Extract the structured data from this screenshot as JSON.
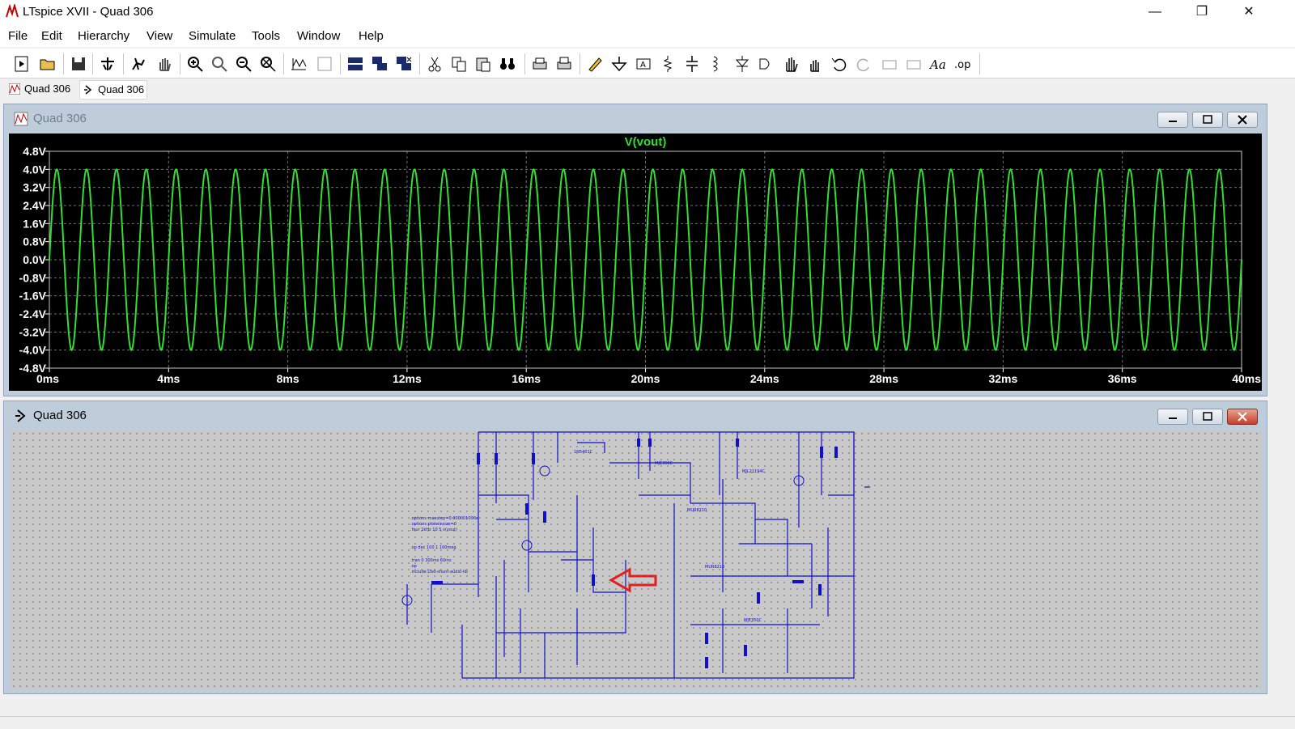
{
  "window": {
    "title": "LTspice XVII - Quad 306"
  },
  "menu": [
    "File",
    "Edit",
    "Hierarchy",
    "View",
    "Simulate",
    "Tools",
    "Window",
    "Help"
  ],
  "tabs": [
    {
      "label": "Quad 306",
      "icon": "waveform-icon"
    },
    {
      "label": "Quad 306",
      "icon": "schematic-icon"
    }
  ],
  "waveform_window": {
    "title": "Quad 306"
  },
  "schematic_window": {
    "title": "Quad 306"
  },
  "colors": {
    "trace": "#33dd33",
    "plot_bg": "#000000",
    "grid": "#707070",
    "axis_text": "#ffffff",
    "schematic_wire": "#1010cc",
    "arrow": "#e02020"
  },
  "chart_data": {
    "type": "line",
    "title": "V(vout)",
    "xlabel": "",
    "ylabel": "",
    "xlim": [
      0,
      40
    ],
    "ylim": [
      -4.8,
      4.8
    ],
    "x_ticks": [
      "0ms",
      "4ms",
      "8ms",
      "12ms",
      "16ms",
      "20ms",
      "24ms",
      "28ms",
      "32ms",
      "36ms",
      "40ms"
    ],
    "y_ticks": [
      "4.8V",
      "4.0V",
      "3.2V",
      "2.4V",
      "1.6V",
      "0.8V",
      "0.0V",
      "-0.8V",
      "-1.6V",
      "-2.4V",
      "-3.2V",
      "-4.0V",
      "-4.8V"
    ],
    "series": [
      {
        "name": "V(vout)",
        "function": "sine",
        "amplitude": 4.0,
        "frequency_hz": 1000,
        "offset": 0,
        "x_units": "ms"
      }
    ],
    "grid": true
  }
}
